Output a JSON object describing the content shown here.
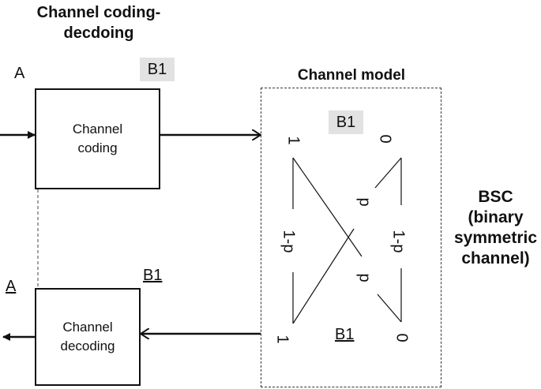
{
  "title_lines": [
    "Channel coding-",
    "decdoing"
  ],
  "labels": {
    "a_top": "A",
    "a_bottom": "A",
    "b1_top": "B1",
    "b1_mid_left": "B1",
    "b1_model_top": "B1",
    "b1_model_bottom": "B1"
  },
  "boxes": {
    "coding": [
      "Channel",
      "coding"
    ],
    "decoding": [
      "Channel",
      "decoding"
    ]
  },
  "channel_model": {
    "title": "Channel model",
    "symbols": {
      "left_top": "1",
      "right_top": "0",
      "left_bottom": "1",
      "right_bottom": "0",
      "p_upper": "p",
      "p_lower": "p",
      "one_minus_p_left": "1-p",
      "one_minus_p_right": "1-p"
    }
  },
  "bsc_lines": [
    "BSC",
    "(binary",
    "symmetric",
    "channel)"
  ]
}
